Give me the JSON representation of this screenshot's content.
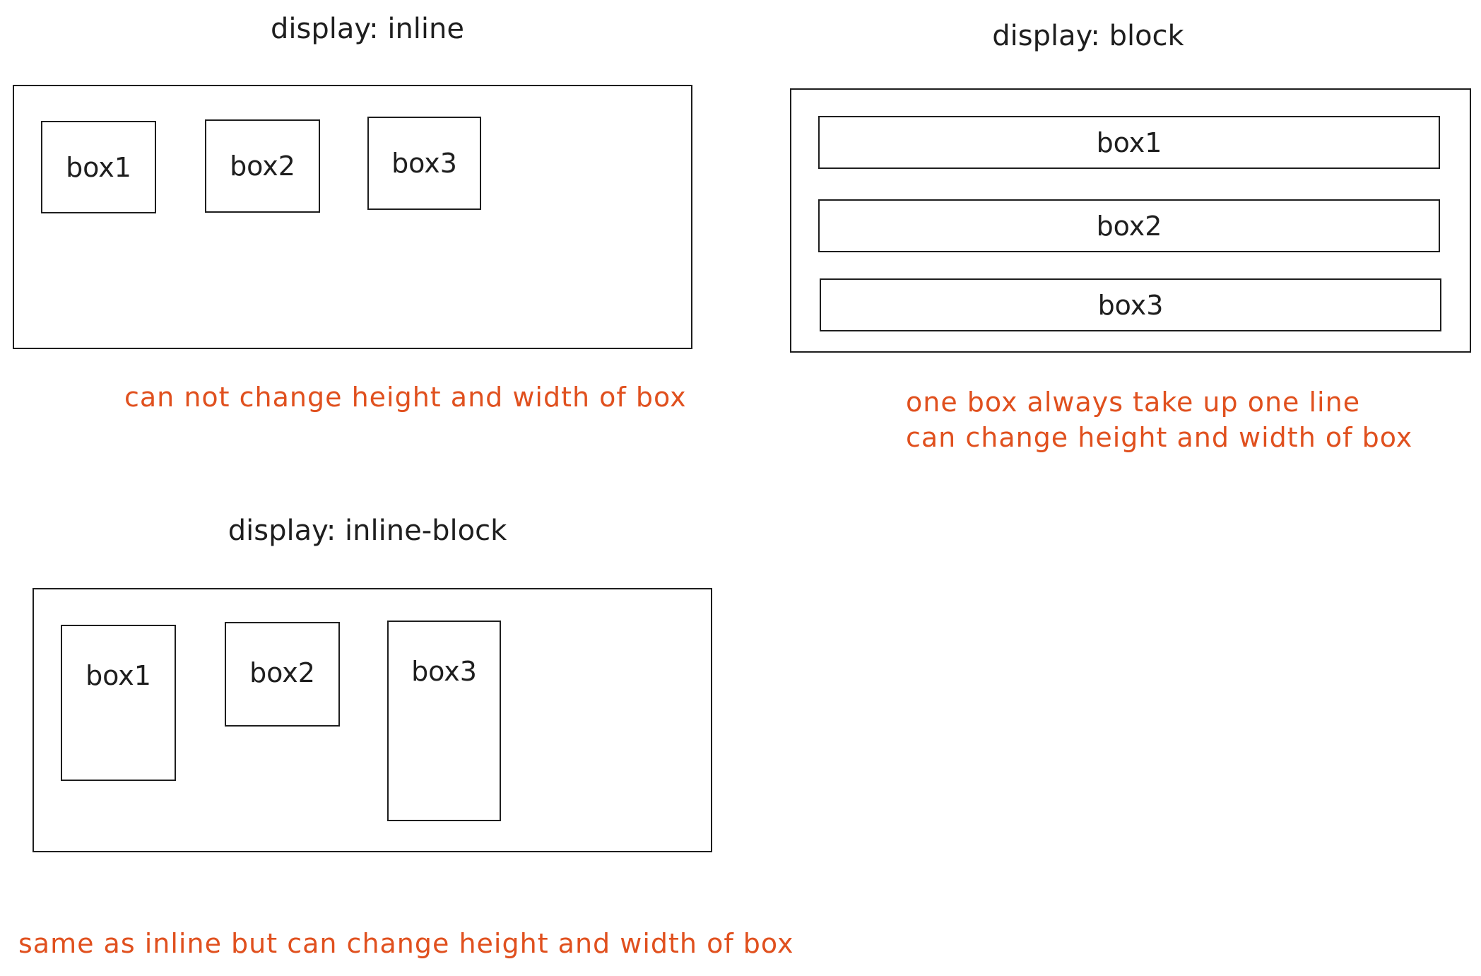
{
  "inline": {
    "title": "display: inline",
    "boxes": [
      "box1",
      "box2",
      "box3"
    ],
    "note": "can not change height and width of box"
  },
  "block": {
    "title": "display: block",
    "boxes": [
      "box1",
      "box2",
      "box3"
    ],
    "notes": [
      "one box always take up one line",
      "can change height and width of box"
    ]
  },
  "inline_block": {
    "title": "display: inline-block",
    "boxes": [
      "box1",
      "box2",
      "box3"
    ],
    "note": "same as inline but can change height and width of box"
  },
  "colors": {
    "stroke": "#1e1e1e",
    "note": "#e0501e"
  }
}
